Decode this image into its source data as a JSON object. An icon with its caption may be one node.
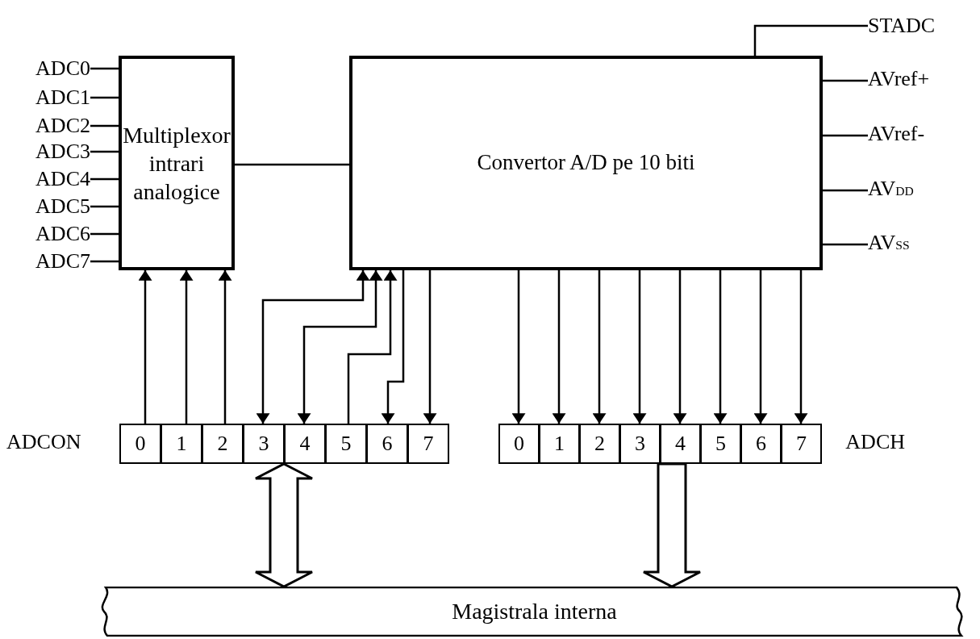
{
  "diagram": {
    "nodes": [
      {
        "text": [
          "Multiplexor intrari analogice"
        ]
      },
      {
        "text": [
          "Convertor A/D pe 10 biti"
        ]
      },
      {
        "text": [
          "ADC0"
        ]
      },
      {
        "text": [
          "ADC1"
        ]
      },
      {
        "text": [
          "ADC2"
        ]
      },
      {
        "text": [
          "ADC3"
        ]
      },
      {
        "text": [
          "ADC4"
        ]
      },
      {
        "text": [
          "ADC5"
        ]
      },
      {
        "text": [
          "ADC6"
        ]
      },
      {
        "text": [
          "ADC7"
        ]
      },
      {
        "text": [
          "STADC"
        ]
      },
      {
        "text": [
          "AVref+"
        ]
      },
      {
        "text": [
          "AVref-"
        ]
      },
      {
        "text": [
          "AV$_{DD}$"
        ]
      },
      {
        "text": [
          "AV$_{SS}$"
        ]
      },
      {
        "text": [
          "ADCON"
        ]
      },
      {
        "text": [
          "0"
        ],
        "in": 15
      },
      {
        "text": [
          "1"
        ],
        "in": 15
      },
      {
        "text": [
          "2"
        ],
        "in": 15
      },
      {
        "text": [
          "3"
        ],
        "in": 15
      },
      {
        "text": [
          "4"
        ],
        "in": 15
      },
      {
        "text": [
          "5"
        ],
        "in": 15
      },
      {
        "text": [
          "6"
        ],
        "in": 15
      },
      {
        "text": [
          "7"
        ],
        "in": 15
      },
      {
        "text": [
          "ADCH"
        ]
      },
      {
        "text": [
          "0"
        ],
        "in": 24
      },
      {
        "text": [
          "1"
        ],
        "in": 24
      },
      {
        "text": [
          "2"
        ],
        "in": 24
      },
      {
        "text": [
          "3"
        ],
        "in": 24
      },
      {
        "text": [
          "4"
        ],
        "in": 24
      },
      {
        "text": [
          "5"
        ],
        "in": 24
      },
      {
        "text": [
          "6"
        ],
        "in": 24
      },
      {
        "text": [
          "7"
        ],
        "in": 24
      },
      {
        "text": [
          "Magistrala interna"
        ]
      }
    ],
    "edges": [
      {
        "from": 2,
        "to": 0,
        "arrow": "none"
      },
      {
        "from": 3,
        "to": 0,
        "arrow": "none"
      },
      {
        "from": 4,
        "to": 0,
        "arrow": "none"
      },
      {
        "from": 5,
        "to": 0,
        "arrow": "none"
      },
      {
        "from": 6,
        "to": 0,
        "arrow": "none"
      },
      {
        "from": 7,
        "to": 0,
        "arrow": "none"
      },
      {
        "from": 8,
        "to": 0,
        "arrow": "none"
      },
      {
        "from": 9,
        "to": 0,
        "arrow": "none"
      },
      {
        "from": 0,
        "to": 1,
        "arrow": "none"
      },
      {
        "from": 10,
        "to": 1,
        "arrow": "none"
      },
      {
        "from": 11,
        "to": 1,
        "arrow": "none"
      },
      {
        "from": 12,
        "to": 1,
        "arrow": "none"
      },
      {
        "from": 13,
        "to": 1,
        "arrow": "none"
      },
      {
        "from": 14,
        "to": 1,
        "arrow": "none"
      },
      {
        "from": 16,
        "to": 0,
        "arrow": "to"
      },
      {
        "from": 17,
        "to": 0,
        "arrow": "to"
      },
      {
        "from": 18,
        "to": 0,
        "arrow": "to"
      },
      {
        "from": 19,
        "to": 1,
        "arrow": "both"
      },
      {
        "from": 20,
        "to": 1,
        "arrow": "both"
      },
      {
        "from": 21,
        "to": 1,
        "arrow": "to"
      },
      {
        "from": 1,
        "to": 22,
        "arrow": "to"
      },
      {
        "from": 1,
        "to": 23,
        "arrow": "to"
      },
      {
        "from": 1,
        "to": 25,
        "arrow": "to"
      },
      {
        "from": 1,
        "to": 26,
        "arrow": "to"
      },
      {
        "from": 1,
        "to": 27,
        "arrow": "to"
      },
      {
        "from": 1,
        "to": 28,
        "arrow": "to"
      },
      {
        "from": 1,
        "to": 29,
        "arrow": "to"
      },
      {
        "from": 1,
        "to": 30,
        "arrow": "to"
      },
      {
        "from": 1,
        "to": 31,
        "arrow": "to"
      },
      {
        "from": 1,
        "to": 32,
        "arrow": "to"
      },
      {
        "from": 15,
        "to": 33,
        "arrow": "both",
        "style": "thick"
      },
      {
        "from": 24,
        "to": 33,
        "arrow": "to",
        "style": "thick"
      }
    ]
  }
}
